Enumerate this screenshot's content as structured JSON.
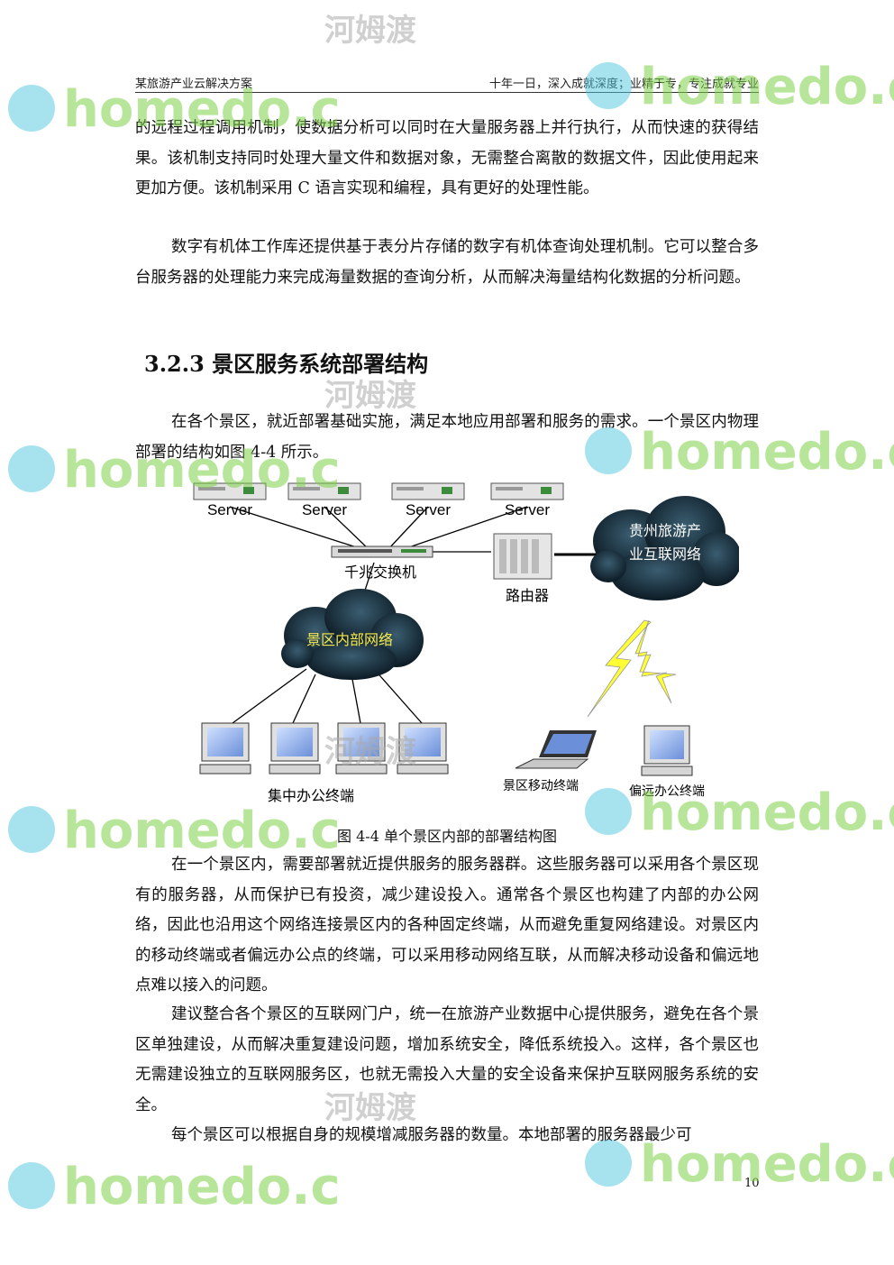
{
  "header": {
    "left": "某旅游产业云解决方案",
    "right": "十年一日，深入成就深度；业精于专，专注成就专业"
  },
  "paragraphs": {
    "p1": "的远程过程调用机制，使数据分析可以同时在大量服务器上并行执行，从而快速的获得结果。该机制支持同时处理大量文件和数据对象，无需整合离散的数据文件，因此使用起来更加方便。该机制采用 C 语言实现和编程，具有更好的处理性能。",
    "p2": "数字有机体工作库还提供基于表分片存储的数字有机体查询处理机制。它可以整合多台服务器的处理能力来完成海量数据的查询分析，从而解决海量结构化数据的分析问题。",
    "p3": "在各个景区，就近部署基础实施，满足本地应用部署和服务的需求。一个景区内物理部署的结构如图 4-4 所示。",
    "p4": "在一个景区内，需要部署就近提供服务的服务器群。这些服务器可以采用各个景区现有的服务器，从而保护已有投资，减少建设投入。通常各个景区也构建了内部的办公网络，因此也沿用这个网络连接景区内的各种固定终端，从而避免重复网络建设。对景区内的移动终端或者偏远办公点的终端，可以采用移动网络互联，从而解决移动设备和偏远地点难以接入的问题。",
    "p5": "建议整合各个景区的互联网门户，统一在旅游产业数据中心提供服务，避免在各个景区单独建设，从而解决重复建设问题，增加系统安全，降低系统投入。这样，各个景区也无需建设独立的互联网服务区，也就无需投入大量的安全设备来保护互联网服务系统的安全。",
    "p6": "每个景区可以根据自身的规模增减服务器的数量。本地部署的服务器最少可"
  },
  "section_heading": "3.2.3 景区服务系统部署结构",
  "figure": {
    "servers": [
      "Server",
      "Server",
      "Server",
      "Server"
    ],
    "switch_label": "千兆交换机",
    "router_label": "路由器",
    "cloud_internet_line1": "贵州旅游产",
    "cloud_internet_line2": "业互联网络",
    "cloud_lan": "景区内部网络",
    "office_terminals": "集中办公终端",
    "mobile_terminal": "景区移动终端",
    "remote_terminal": "偏远办公终端",
    "caption": "图 4-4  单个景区内部的部署结构图"
  },
  "page_number": "10",
  "watermark": {
    "brand": "homedo.com",
    "chinese": "河姆渡"
  }
}
